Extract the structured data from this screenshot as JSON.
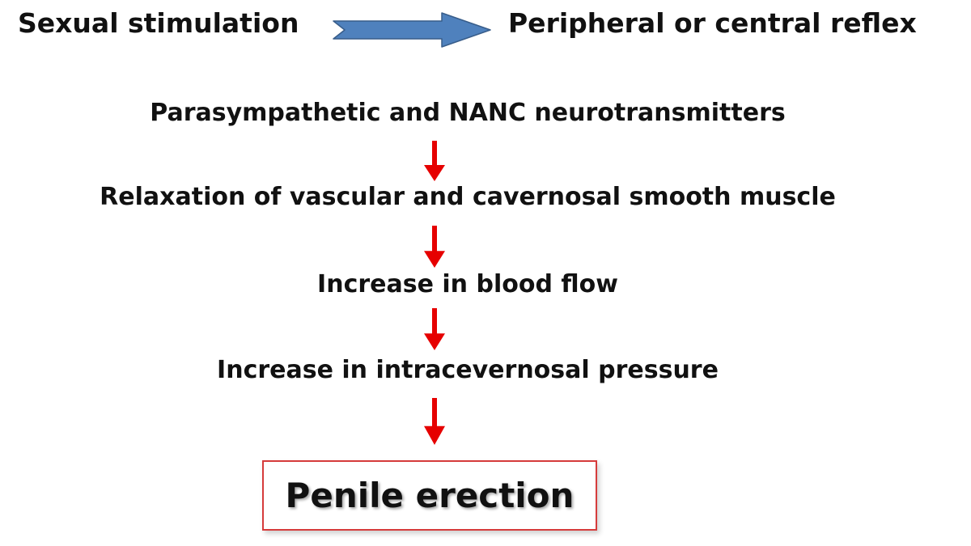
{
  "header": {
    "left_label": "Sexual stimulation",
    "right_label": "Peripheral or central reflex"
  },
  "steps": [
    {
      "label": "Parasympathetic and NANC neurotransmitters"
    },
    {
      "label": "Relaxation of vascular and cavernosal smooth muscle"
    },
    {
      "label": "Increase in blood flow"
    },
    {
      "label": "Increase in intracevernosal pressure"
    }
  ],
  "result": {
    "label": "Penile erection"
  },
  "colors": {
    "connector_arrow": "#e60000",
    "header_arrow_fill": "#4f81bd",
    "header_arrow_stroke": "#385d8a",
    "result_border": "#d63b3b",
    "text": "#111111"
  },
  "icons": {
    "header_arrow": "right-arrow-icon",
    "step_connector": "down-arrow-icon"
  }
}
